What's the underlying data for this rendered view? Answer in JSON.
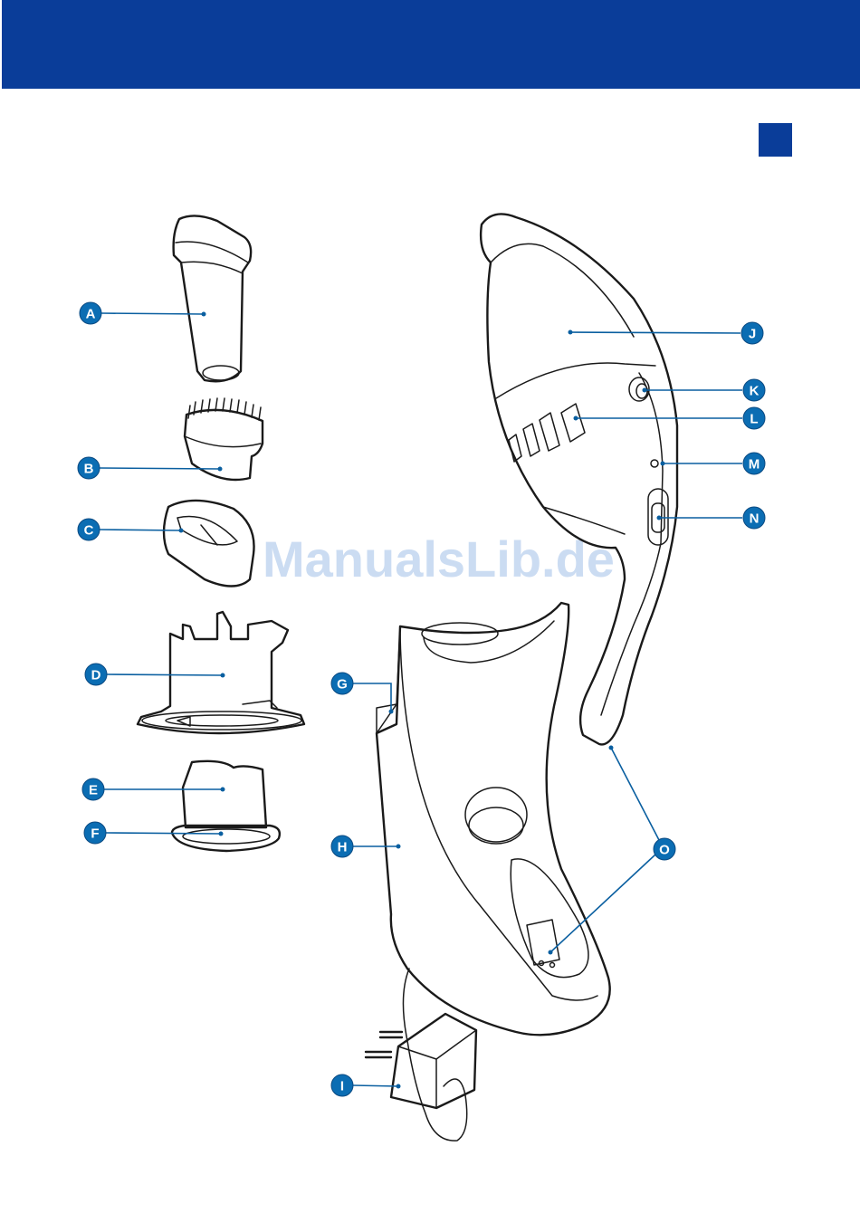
{
  "header": {
    "color": "#0a3d99"
  },
  "watermark": {
    "text": "ManualsLib.de",
    "color": "#c3d6f0"
  },
  "labels": {
    "A": "A",
    "B": "B",
    "C": "C",
    "D": "D",
    "E": "E",
    "F": "F",
    "G": "G",
    "H": "H",
    "I": "I",
    "J": "J",
    "K": "K",
    "L": "L",
    "M": "M",
    "N": "N",
    "O": "O"
  },
  "colors": {
    "accent": "#0a3d99",
    "callout": "#0b6db3",
    "line": "#0a5fa0"
  }
}
